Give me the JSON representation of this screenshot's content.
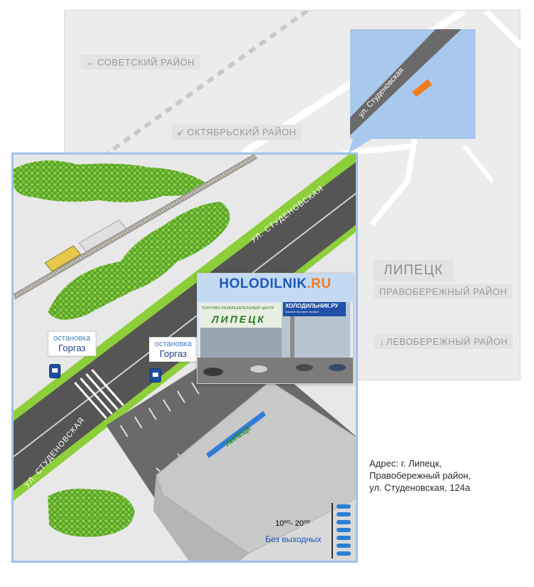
{
  "overview": {
    "districts": {
      "sovetsky": "СОВЕТСКИЙ РАЙОН",
      "oktyabrsky": "ОКТЯБРЬСКИЙ РАЙОН",
      "city": "ЛИПЕЦК",
      "pravoberezhny": "ПРАВОБЕРЕЖНЫЙ РАЙОН",
      "levoberezhny": "ЛЕВОБЕРЕЖНЫЙ РАЙОН"
    },
    "arrows": {
      "left": "←",
      "down_left": "↙",
      "down": "↓"
    },
    "inset_street": "ул. Студеновская"
  },
  "detail": {
    "street_top": "УЛ. СТУДЕНОВСКАЯ",
    "street_bottom": "УЛ. СТУДЕНОВСКАЯ",
    "bus_stops": [
      {
        "label": "остановка",
        "name": "Горгаз"
      },
      {
        "label": "остановка",
        "name": "Горгаз"
      }
    ],
    "building_sign": "ЛИПЕЦК"
  },
  "photo": {
    "logo_main": "HOLODILNIK",
    "logo_suffix": ".RU",
    "building_caption": "ТОРГОВО-РАЗВЛЕКАТЕЛЬНЫЙ ЦЕНТР",
    "building_name": "ЛИПЕЦК",
    "store_sign": "ХОЛОДИЛЬНИК.РУ",
    "store_sub": "магазин бытовой техники"
  },
  "info": {
    "hours": "10⁰⁰- 20⁰⁰",
    "days_off": "Без выходных",
    "address_line1": "Адрес: г. Липецк,",
    "address_line2": "Правобережный район,",
    "address_line3": "ул. Студеновская, 124а"
  },
  "colors": {
    "frame": "#9dc3ec",
    "road": "#555555",
    "grass": "#8ccf3a",
    "inset_blue": "#a9c8ee",
    "marker": "#f07b1d",
    "link_blue": "#1e57b8"
  }
}
